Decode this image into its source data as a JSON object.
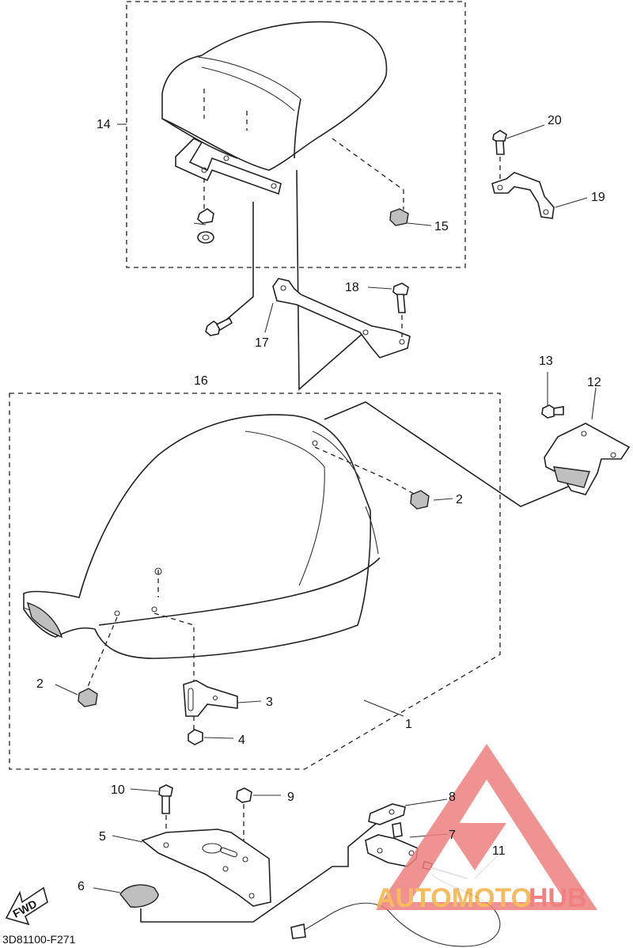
{
  "diagram_code": "3D81100-F271",
  "fwd_label": "FWD",
  "watermark": {
    "part1": "AUTOMOTO",
    "part2": "HUB",
    "color1": "#f5b041",
    "color2": "#ef6b6b"
  },
  "callouts": [
    "1",
    "2",
    "2",
    "3",
    "4",
    "5",
    "6",
    "7",
    "8",
    "9",
    "10",
    "11",
    "12",
    "13",
    "14",
    "15",
    "16",
    "17",
    "18",
    "19",
    "20"
  ]
}
